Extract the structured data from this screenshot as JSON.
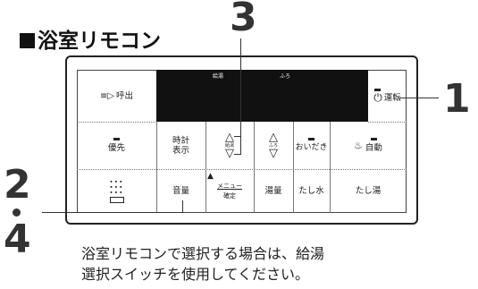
{
  "title": "浴室リモコン",
  "callouts": {
    "c1": "1",
    "c2": "2",
    "c3": "3",
    "c4": "4"
  },
  "display": {
    "label_kyuto": "給湯",
    "label_furo": "ふろ"
  },
  "buttons": {
    "yobidashi": {
      "icon": "speaker-icon",
      "label": "呼出"
    },
    "unten": {
      "icon": "power-icon",
      "label": "運転"
    },
    "yusen": "優先",
    "tokei_line1": "時計",
    "tokei_line2": "表示",
    "kyuto_temp_label": "給湯",
    "furo_temp_label": "ふろ",
    "oidaki": "おいだき",
    "jido": {
      "icon": "bath-icon",
      "label": "自動"
    },
    "speaker_grille": {
      "icon": "speaker-grille-icon"
    },
    "onryo": "音量",
    "menu": "メニュー",
    "kakutei": "確定",
    "yuryo": "湯量",
    "tashimizu": "たし水",
    "tashiyu": "たし湯"
  },
  "caption": {
    "line1": "浴室リモコンで選択する場合は、給湯",
    "line2": "選択スイッチを使用してください。"
  }
}
